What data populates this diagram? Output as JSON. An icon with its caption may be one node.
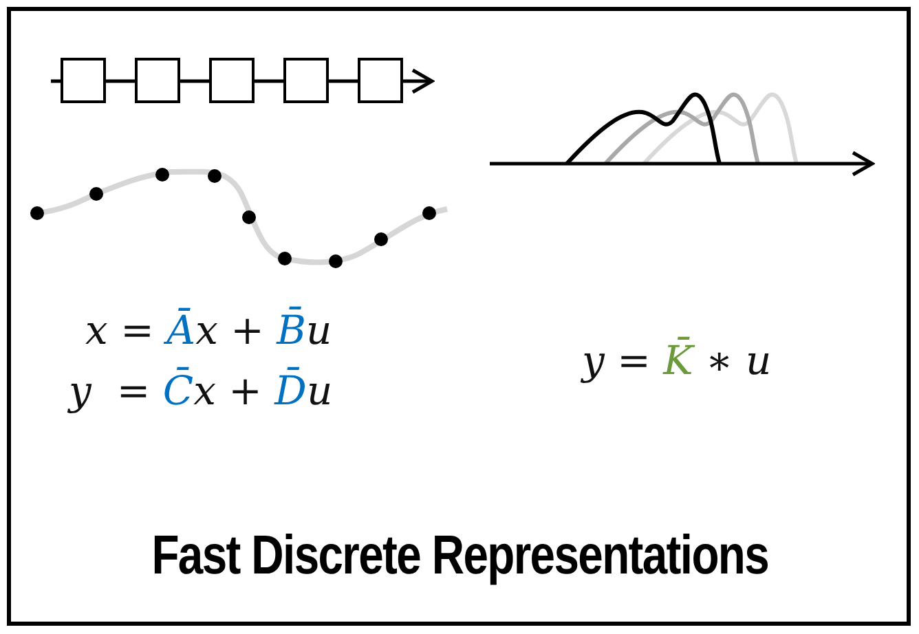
{
  "diagram": {
    "title": "Fast Discrete Representations",
    "labels": [
      "x = Āx + B̄u",
      "y  = C̄x + D̄u",
      "y = K̄ ∗ u"
    ]
  }
}
